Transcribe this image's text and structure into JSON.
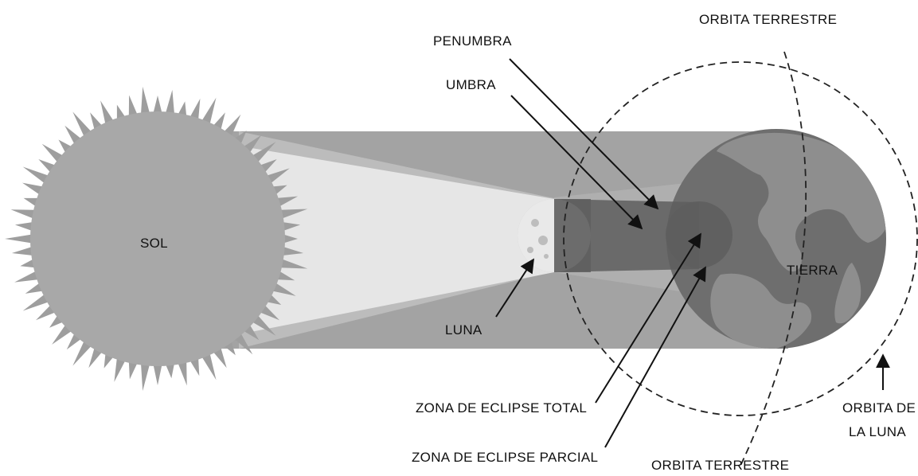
{
  "labels": {
    "sol": "SOL",
    "tierra": "TIERRA",
    "luna": "LUNA",
    "penumbra": "PENUMBRA",
    "umbra": "UMBRA",
    "orbita_terrestre_top": "ORBITA TERRESTRE",
    "orbita_terrestre_bottom": "ORBITA TERRESTRE",
    "orbita_luna_line1": "ORBITA DE",
    "orbita_luna_line2": "LA LUNA",
    "zona_total": "ZONA DE ECLIPSE TOTAL",
    "zona_parcial": "ZONA DE ECLIPSE PARCIAL"
  },
  "colors": {
    "sun": "#a8a8a8",
    "sun_rays": "#9e9e9e",
    "shadow_band": "#a3a3a3",
    "light_cone": "#e6e6e6",
    "penumbra": "#bcbcbc",
    "umbra": "#5e5e5e",
    "earth": "#6e6e6e",
    "earth_land": "#8e8e8e",
    "moon": "#bdbdbd",
    "moon_lit": "#e9e9e9",
    "orbit_line": "#222222"
  }
}
